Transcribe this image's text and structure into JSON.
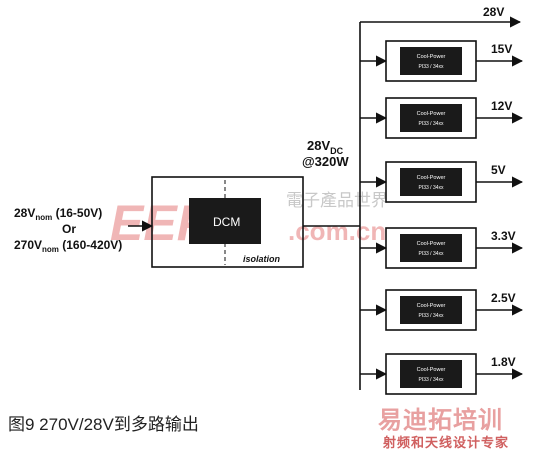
{
  "input": {
    "line1_main": "28V",
    "line1_sub": "nom",
    "line1_range": " (16-50V)",
    "or_text": "Or",
    "line2_main": "270V",
    "line2_sub": "nom",
    "line2_range": " (160-420V)"
  },
  "dcm": {
    "label": "DCM",
    "isolation_label": "isolation"
  },
  "bus": {
    "voltage_main": "28V",
    "voltage_sub": "DC",
    "power": "@320W"
  },
  "outputs": [
    {
      "label": "28V",
      "has_module": false
    },
    {
      "label": "15V",
      "has_module": true
    },
    {
      "label": "12V",
      "has_module": true
    },
    {
      "label": "5V",
      "has_module": true
    },
    {
      "label": "3.3V",
      "has_module": true
    },
    {
      "label": "2.5V",
      "has_module": true
    },
    {
      "label": "1.8V",
      "has_module": true
    }
  ],
  "module": {
    "line1": "Cool-Power",
    "line2": "PI33 / 34xx"
  },
  "watermark": {
    "eepw": "EEPW",
    "domain": ".com.cn",
    "cn_mark": "電子產品世界",
    "cn_brand": "易迪拓培训",
    "cn_brand_sub": "射频和天线设计专家"
  },
  "caption": "图9  270V/28V到多路输出",
  "colors": {
    "line": "#111111",
    "module_fill": "#1a1a1a",
    "watermark": "#e06060"
  }
}
